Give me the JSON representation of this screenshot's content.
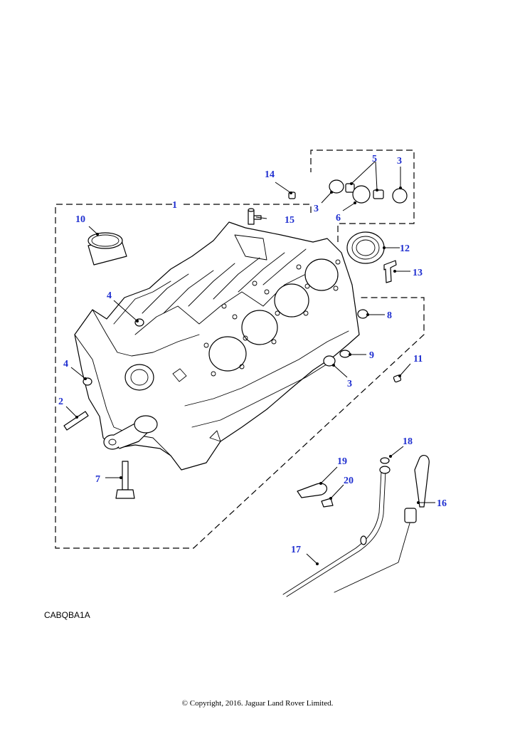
{
  "diagram": {
    "callouts": [
      "1",
      "2",
      "3",
      "3",
      "3",
      "3",
      "4",
      "4",
      "5",
      "6",
      "7",
      "8",
      "9",
      "10",
      "11",
      "12",
      "13",
      "14",
      "15",
      "16",
      "17",
      "18",
      "19",
      "20"
    ],
    "callout_color": "#1f2fd0"
  },
  "reference_code": "CABQBA1A",
  "copyright": "© Copyright, 2016. Jaguar Land Rover Limited."
}
